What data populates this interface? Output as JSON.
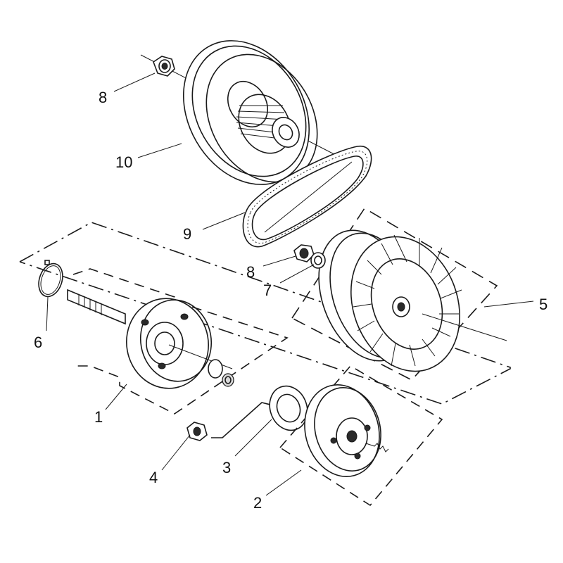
{
  "diagram": {
    "callouts": [
      {
        "id": "1",
        "label": "1"
      },
      {
        "id": "2",
        "label": "2"
      },
      {
        "id": "3",
        "label": "3"
      },
      {
        "id": "4",
        "label": "4"
      },
      {
        "id": "5",
        "label": "5"
      },
      {
        "id": "6",
        "label": "6"
      },
      {
        "id": "7",
        "label": "7"
      },
      {
        "id": "8a",
        "label": "8"
      },
      {
        "id": "8b",
        "label": "8"
      },
      {
        "id": "9",
        "label": "9"
      },
      {
        "id": "10",
        "label": "10"
      }
    ]
  }
}
